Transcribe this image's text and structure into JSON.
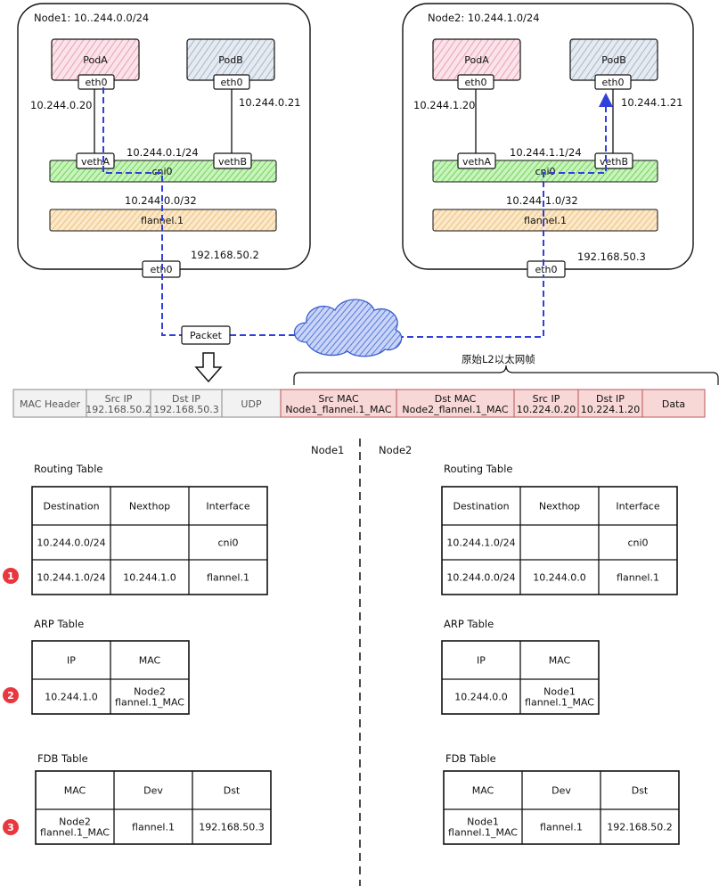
{
  "node1": {
    "title": "Node1: 10..244.0.0/24",
    "podA": "PodA",
    "podB": "PodB",
    "eth0A": "eth0",
    "eth0B": "eth0",
    "ipA": "10.244.0.20",
    "ipB": "10.244.0.21",
    "cni_ip": "10.244.0.1/24",
    "vethA": "vethA",
    "vethB": "vethB",
    "cni": "cni0",
    "flannel_ip": "10.244.0.0/32",
    "flannel": "flannel.1",
    "host_ip": "192.168.50.2",
    "eth0": "eth0"
  },
  "node2": {
    "title": "Node2: 10.244.1.0/24",
    "podA": "PodA",
    "podB": "PodB",
    "eth0A": "eth0",
    "eth0B": "eth0",
    "ipA": "10.244.1.20",
    "ipB": "10.244.1.21",
    "cni_ip": "10.244.1.1/24",
    "vethA": "vethA",
    "vethB": "vethB",
    "cni": "cni0",
    "flannel_ip": "10.244.1.0/32",
    "flannel": "flannel.1",
    "host_ip": "192.168.50.3",
    "eth0": "eth0"
  },
  "packet": {
    "label": "Packet",
    "orig_frame_label": "原始L2以太网帧",
    "fields": [
      {
        "text": [
          "MAC Header"
        ],
        "color": "#f2f2f2"
      },
      {
        "text": [
          "Src IP",
          "192.168.50.2"
        ],
        "color": "#f2f2f2"
      },
      {
        "text": [
          "Dst IP",
          "192.168.50.3"
        ],
        "color": "#f2f2f2"
      },
      {
        "text": [
          "UDP"
        ],
        "color": "#f2f2f2"
      },
      {
        "text": [
          "Src MAC",
          "Node1_flannel.1_MAC"
        ],
        "color": "#f8d7d7"
      },
      {
        "text": [
          "Dst MAC",
          "Node2_flannel.1_MAC"
        ],
        "color": "#f8d7d7"
      },
      {
        "text": [
          "Src IP",
          "10.224.0.20"
        ],
        "color": "#f8d7d7"
      },
      {
        "text": [
          "Dst IP",
          "10.224.1.20"
        ],
        "color": "#f8d7d7"
      },
      {
        "text": [
          "Data"
        ],
        "color": "#f8d7d7"
      }
    ]
  },
  "divider": {
    "left": "Node1",
    "right": "Node2"
  },
  "tables": {
    "n1_routing": {
      "title": "Routing Table",
      "headers": [
        "Destination",
        "Nexthop",
        "Interface"
      ],
      "rows": [
        [
          "10.244.0.0/24",
          "",
          "cni0"
        ],
        [
          "10.244.1.0/24",
          "10.244.1.0",
          "flannel.1"
        ]
      ]
    },
    "n1_arp": {
      "title": "ARP Table",
      "headers": [
        "IP",
        "MAC"
      ],
      "rows": [
        [
          "10.244.1.0",
          "Node2\nflannel.1_MAC"
        ]
      ]
    },
    "n1_fdb": {
      "title": "FDB Table",
      "headers": [
        "MAC",
        "Dev",
        "Dst"
      ],
      "rows": [
        [
          "Node2\nflannel.1_MAC",
          "flannel.1",
          "192.168.50.3"
        ]
      ]
    },
    "n2_routing": {
      "title": "Routing Table",
      "headers": [
        "Destination",
        "Nexthop",
        "Interface"
      ],
      "rows": [
        [
          "10.244.1.0/24",
          "",
          "cni0"
        ],
        [
          "10.244.0.0/24",
          "10.244.0.0",
          "flannel.1"
        ]
      ]
    },
    "n2_arp": {
      "title": "ARP Table",
      "headers": [
        "IP",
        "MAC"
      ],
      "rows": [
        [
          "10.244.0.0",
          "Node1\nflannel.1_MAC"
        ]
      ]
    },
    "n2_fdb": {
      "title": "FDB Table",
      "headers": [
        "MAC",
        "Dev",
        "Dst"
      ],
      "rows": [
        [
          "Node1\nflannel.1_MAC",
          "flannel.1",
          "192.168.50.2"
        ]
      ]
    }
  },
  "steps": [
    "1",
    "2",
    "3"
  ],
  "colors": {
    "podA": "#f6c6d6",
    "podB": "#c9d3df",
    "cni": "#8fe27a",
    "flannel": "#f3c98a",
    "cloud": "#4a6fd8",
    "path": "#3040d8",
    "step": "#e8373f"
  }
}
